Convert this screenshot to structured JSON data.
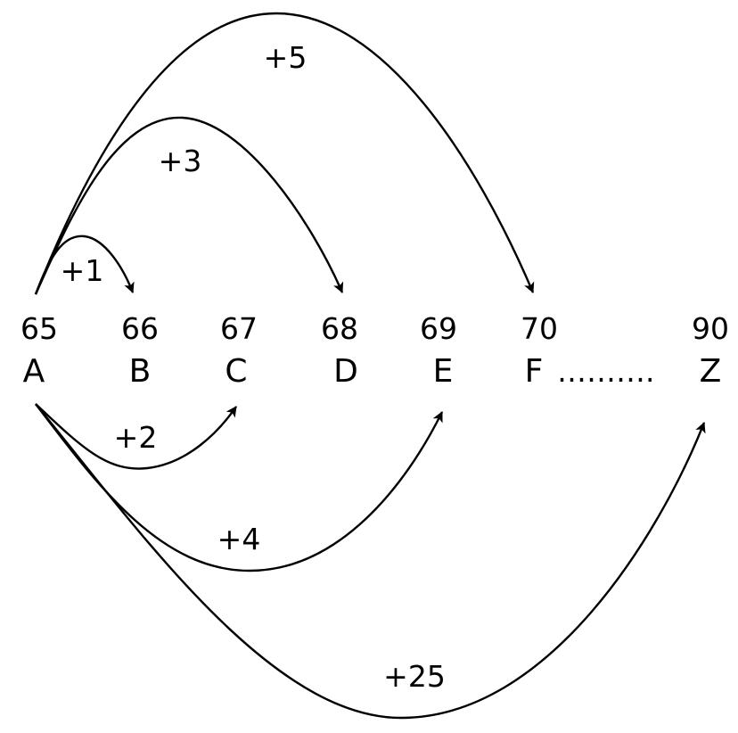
{
  "codes": [
    "65",
    "66",
    "67",
    "68",
    "69",
    "70",
    "90"
  ],
  "letters": [
    "A",
    "B",
    "C",
    "D",
    "E",
    "F",
    "Z"
  ],
  "ellipsis": "……….",
  "arrows": {
    "plus1": "+1",
    "plus2": "+2",
    "plus3": "+3",
    "plus4": "+4",
    "plus5": "+5",
    "plus25": "+25"
  },
  "colors": {
    "stroke": "#000000",
    "background": "#ffffff"
  }
}
